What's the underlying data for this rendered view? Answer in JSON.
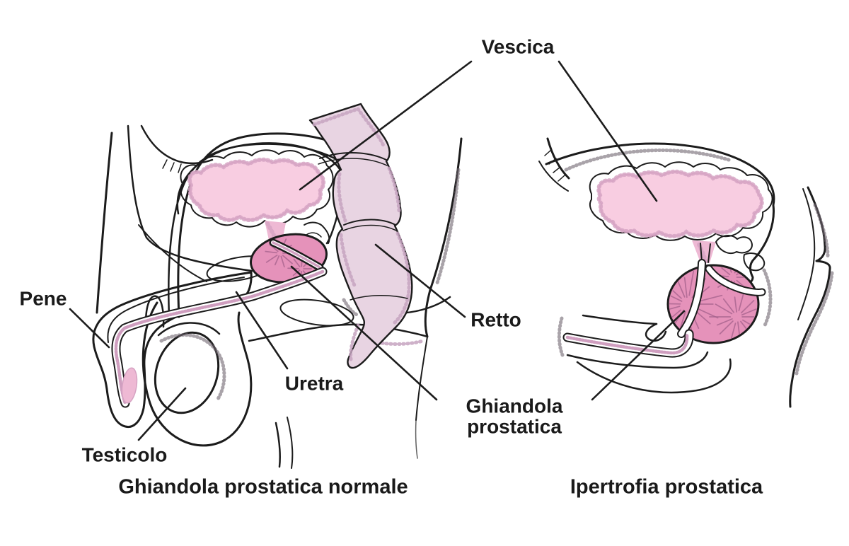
{
  "figure": {
    "labels": {
      "vescica": "Vescica",
      "pene": "Pene",
      "retto": "Retto",
      "uretra": "Uretra",
      "testicolo": "Testicolo",
      "ghiandola_prostatica": "Ghiandola prostatica"
    },
    "captions": {
      "left": "Ghiandola prostatica normale",
      "right": "Ipertrofia prostatica"
    },
    "colors": {
      "background": "#ffffff",
      "outline": "#1c1c1c",
      "text": "#1a1a1a",
      "bladder_fill": "#f8cde1",
      "bladder_stipple": "#d6a3c3",
      "rectum_fill": "#e8d4e2",
      "rectum_stipple": "#c5a3bf",
      "prostate_fill": "#e592ba",
      "prostate_striation": "#a8648f",
      "urethra_core": "#cf9ebf",
      "neck_fill": "#eeb9d4"
    }
  }
}
